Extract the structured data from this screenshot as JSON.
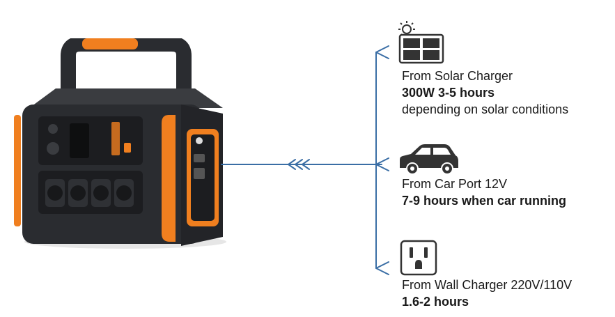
{
  "colors": {
    "connector": "#3a6ea5",
    "station_body": "#2a2c30",
    "station_accent": "#f07f1f",
    "panel": "#1c1d20",
    "icon": "#333333"
  },
  "icons": {
    "station": "portable-power-station-icon",
    "solar": "solar-panel-icon",
    "car": "car-icon",
    "outlet": "wall-outlet-icon",
    "arrows": "triple-chevron-left-icon"
  },
  "solar": {
    "source": "From Solar Charger",
    "time": "300W  3-5 hours",
    "note": "depending on solar conditions"
  },
  "car": {
    "source": "From Car Port 12V",
    "time": "7-9 hours when car running"
  },
  "wall": {
    "source": "From Wall Charger 220V/110V",
    "time": "1.6-2 hours"
  }
}
